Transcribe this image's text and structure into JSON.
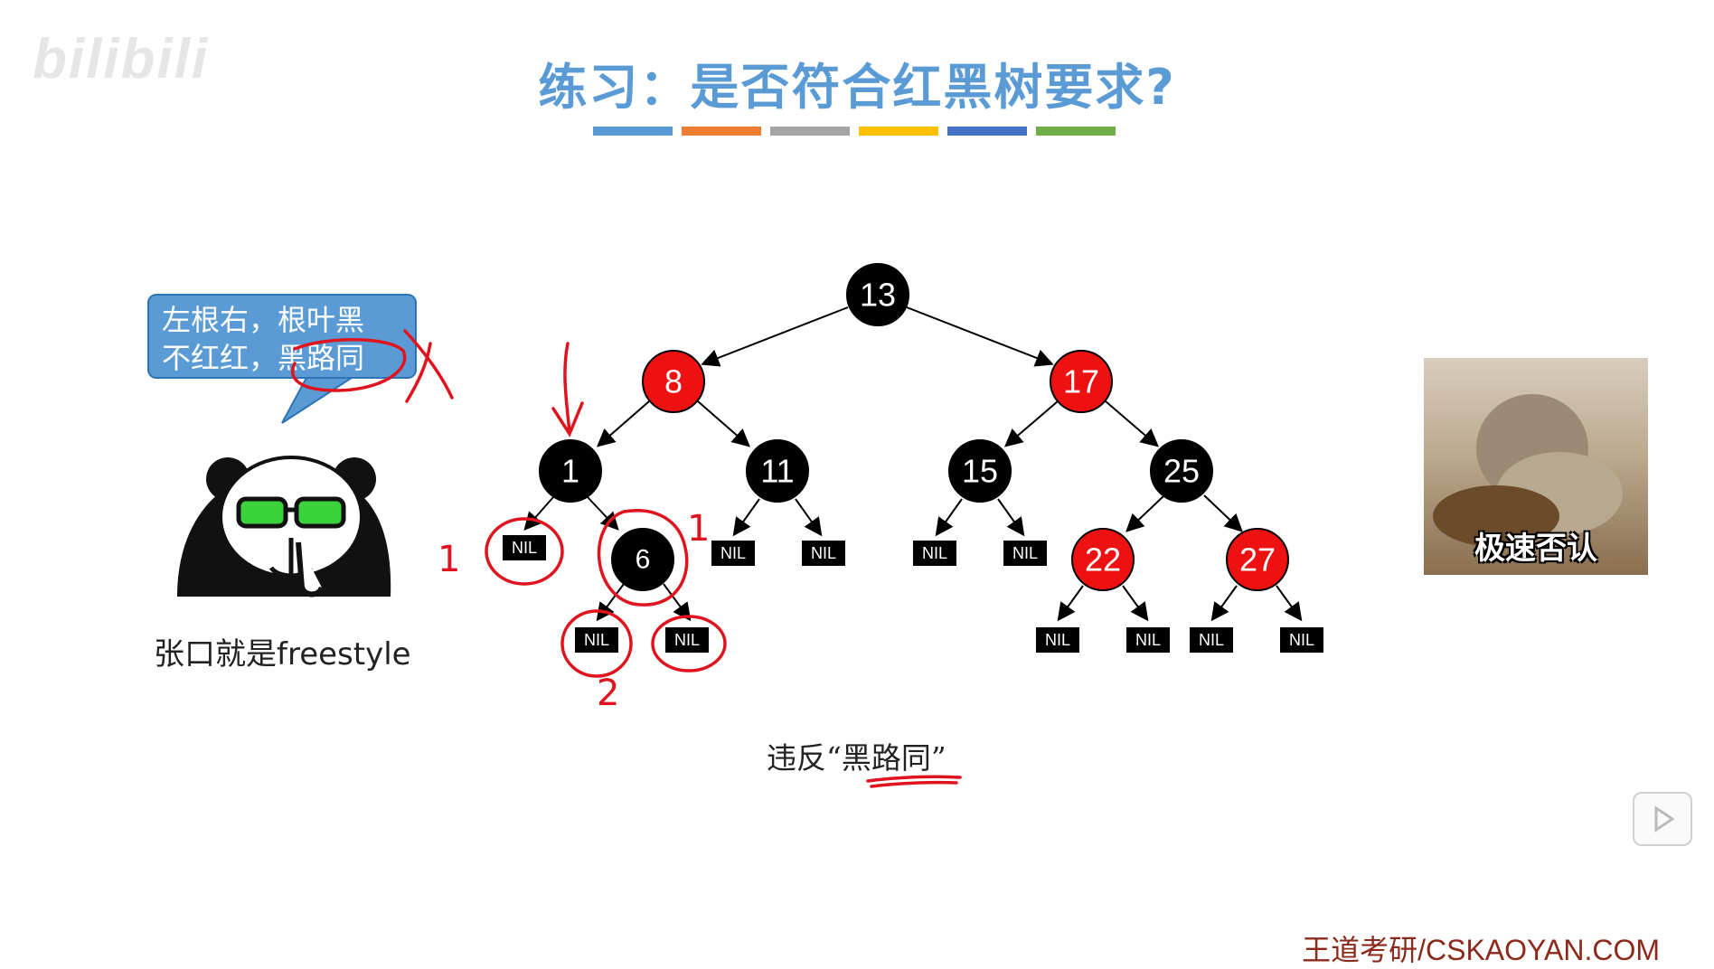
{
  "watermark": "bilibili",
  "title": "练习：是否符合红黑树要求?",
  "title_bar_colors": [
    "#5b9bd5",
    "#ed7d31",
    "#a5a5a5",
    "#ffc000",
    "#4472c4",
    "#70ad47"
  ],
  "speech_bubble": {
    "line1": "左根右，根叶黑",
    "line2": "不红红，黑路同"
  },
  "panda_caption": "张口就是freestyle",
  "tree": {
    "nodes": [
      {
        "label": "13",
        "color": "black"
      },
      {
        "label": "8",
        "color": "red"
      },
      {
        "label": "17",
        "color": "red"
      },
      {
        "label": "1",
        "color": "black"
      },
      {
        "label": "11",
        "color": "black"
      },
      {
        "label": "15",
        "color": "black"
      },
      {
        "label": "25",
        "color": "black"
      },
      {
        "label": "6",
        "color": "black"
      },
      {
        "label": "22",
        "color": "red"
      },
      {
        "label": "27",
        "color": "red"
      }
    ],
    "nil_label": "NIL"
  },
  "annotations": {
    "count_one": "1",
    "count_two": "2"
  },
  "violation_text": "违反“黑路同”",
  "meme_label": "极速否认",
  "footer": "王道考研/CSKAOYAN.COM",
  "colors": {
    "red_node": "#ee1111",
    "black_node": "#000000",
    "ink": "#e0141e",
    "title": "#5b9bd5"
  }
}
